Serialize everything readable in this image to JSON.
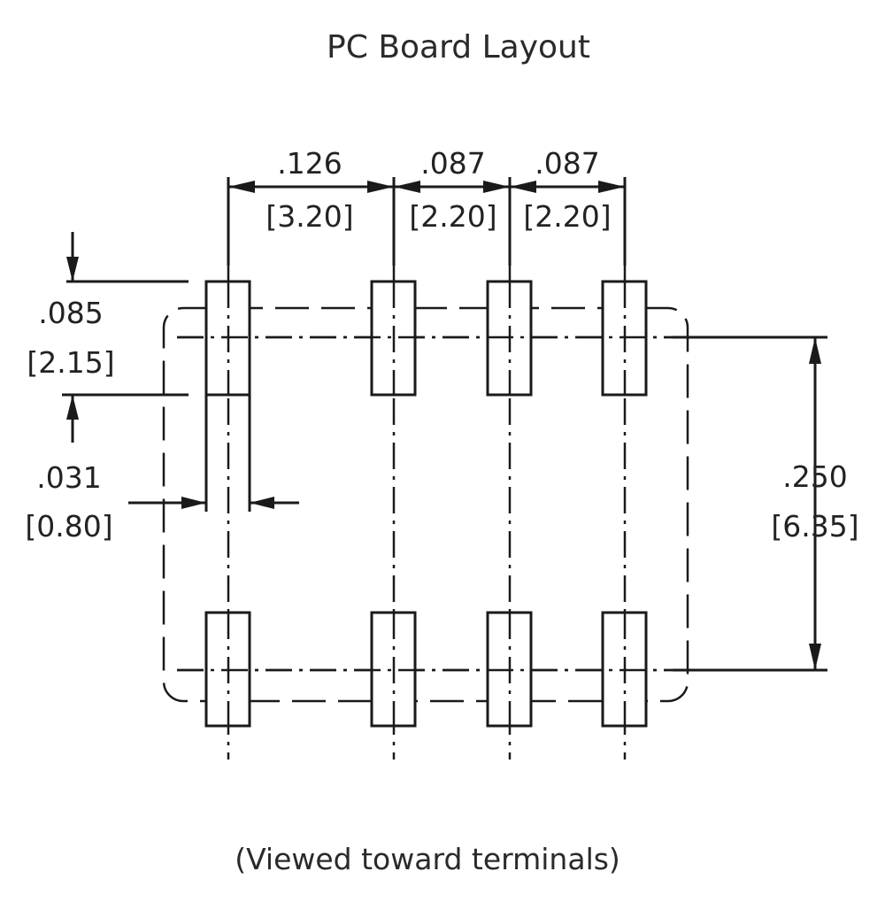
{
  "title": "PC Board Layout",
  "caption": "(Viewed toward terminals)",
  "dimensions": {
    "pitch_first": {
      "inch": ".126",
      "mm": "[3.20]"
    },
    "pitch_second": {
      "inch": ".087",
      "mm": "[2.20]"
    },
    "pitch_third": {
      "inch": ".087",
      "mm": "[2.20]"
    },
    "pad_length": {
      "inch": ".085",
      "mm": "[2.15]"
    },
    "pad_width": {
      "inch": ".031",
      "mm": "[0.80]"
    },
    "row_spacing": {
      "inch": ".250",
      "mm": "[6.35]"
    }
  },
  "colors": {
    "line": "#1a1a1a",
    "background": "#ffffff"
  }
}
